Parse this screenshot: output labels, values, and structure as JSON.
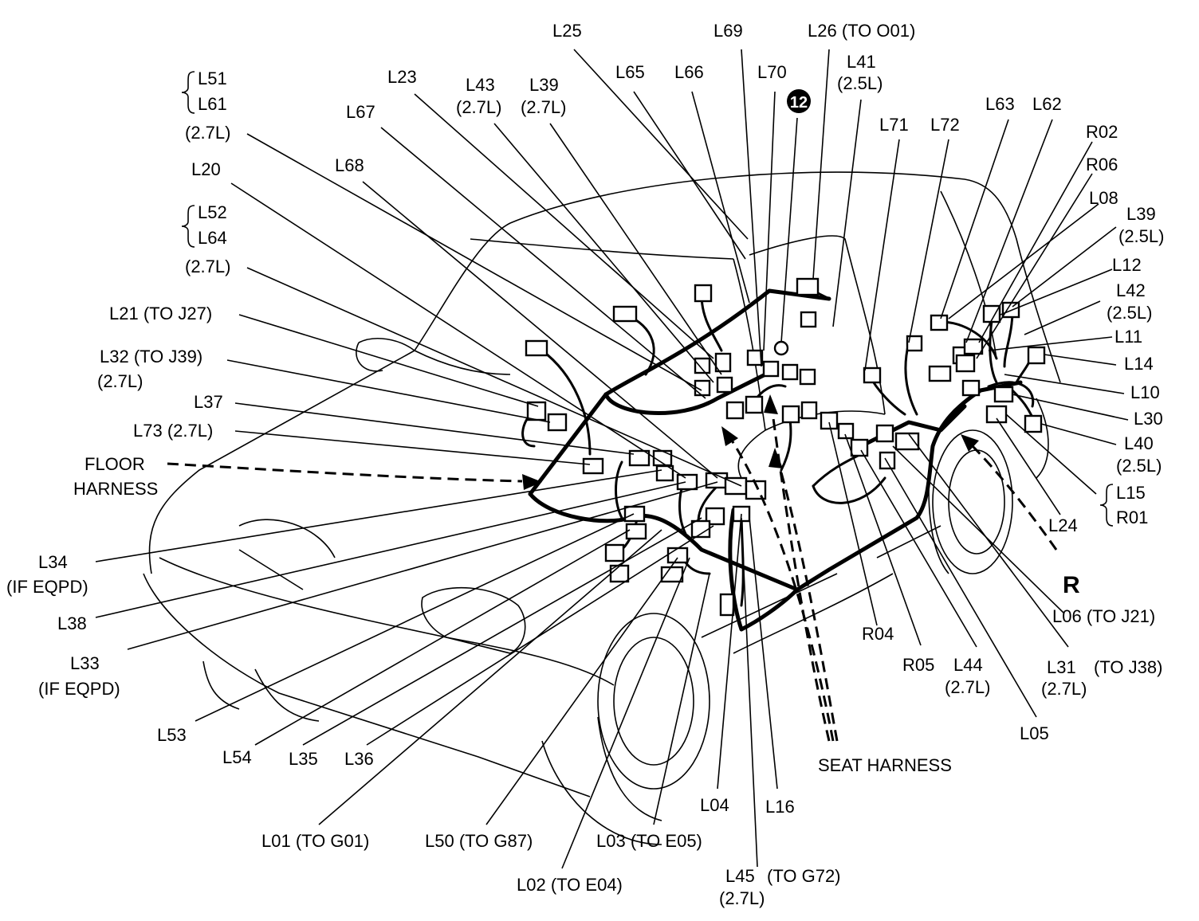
{
  "labels": {
    "L25": "L25",
    "L69": "L69",
    "L26": "L26 (TO O01)",
    "L41": "L41",
    "L41_sub": "(2.5L)",
    "L23": "L23",
    "L65": "L65",
    "L66": "L66",
    "L70": "L70",
    "L43": "L43",
    "L43_sub": "(2.7L)",
    "L39a": "L39",
    "L39a_sub": "(2.7L)",
    "L51": "L51",
    "L61": "L61",
    "L51_sub": "(2.7L)",
    "L67": "L67",
    "L71": "L71",
    "L72": "L72",
    "L63": "L63",
    "L62": "L62",
    "R02": "R02",
    "R06": "R06",
    "L20": "L20",
    "L68": "L68",
    "L08": "L08",
    "L39b": "L39",
    "L39b_sub": "(2.5L)",
    "L52": "L52",
    "L64": "L64",
    "L52_sub": "(2.7L)",
    "L12": "L12",
    "L42": "L42",
    "L42_sub": "(2.5L)",
    "L21": "L21 (TO J27)",
    "L11": "L11",
    "L32": "L32 (TO J39)",
    "L32_sub": "(2.7L)",
    "L14": "L14",
    "L10": "L10",
    "L37": "L37",
    "L30": "L30",
    "L73": "L73 (2.7L)",
    "L40": "L40",
    "L40_sub": "(2.5L)",
    "floor1": "FLOOR",
    "floor2": "HARNESS",
    "L15": "L15",
    "R01": "R01",
    "L24": "L24",
    "L34": "L34",
    "L34_sub": "(IF EQPD)",
    "R": "R",
    "L38": "L38",
    "L06": "L06 (TO J21)",
    "R04": "R04",
    "L33": "L33",
    "L33_sub": "(IF EQPD)",
    "R05": "R05",
    "L44": "L44",
    "L44_sub": "(2.7L)",
    "L31": "L31",
    "L31_to": "(TO J38)",
    "L31_sub": "(2.7L)",
    "L53": "L53",
    "L05": "L05",
    "L54": "L54",
    "L35": "L35",
    "L36": "L36",
    "seat": "SEAT HARNESS",
    "L04": "L04",
    "L16": "L16",
    "L01": "L01 (TO G01)",
    "L50": "L50 (TO G87)",
    "L03": "L03 (TO E05)",
    "L45": "L45",
    "L45_to": "(TO G72)",
    "L45_sub": "(2.7L)",
    "L02": "L02 (TO E04)",
    "ground": "12"
  }
}
